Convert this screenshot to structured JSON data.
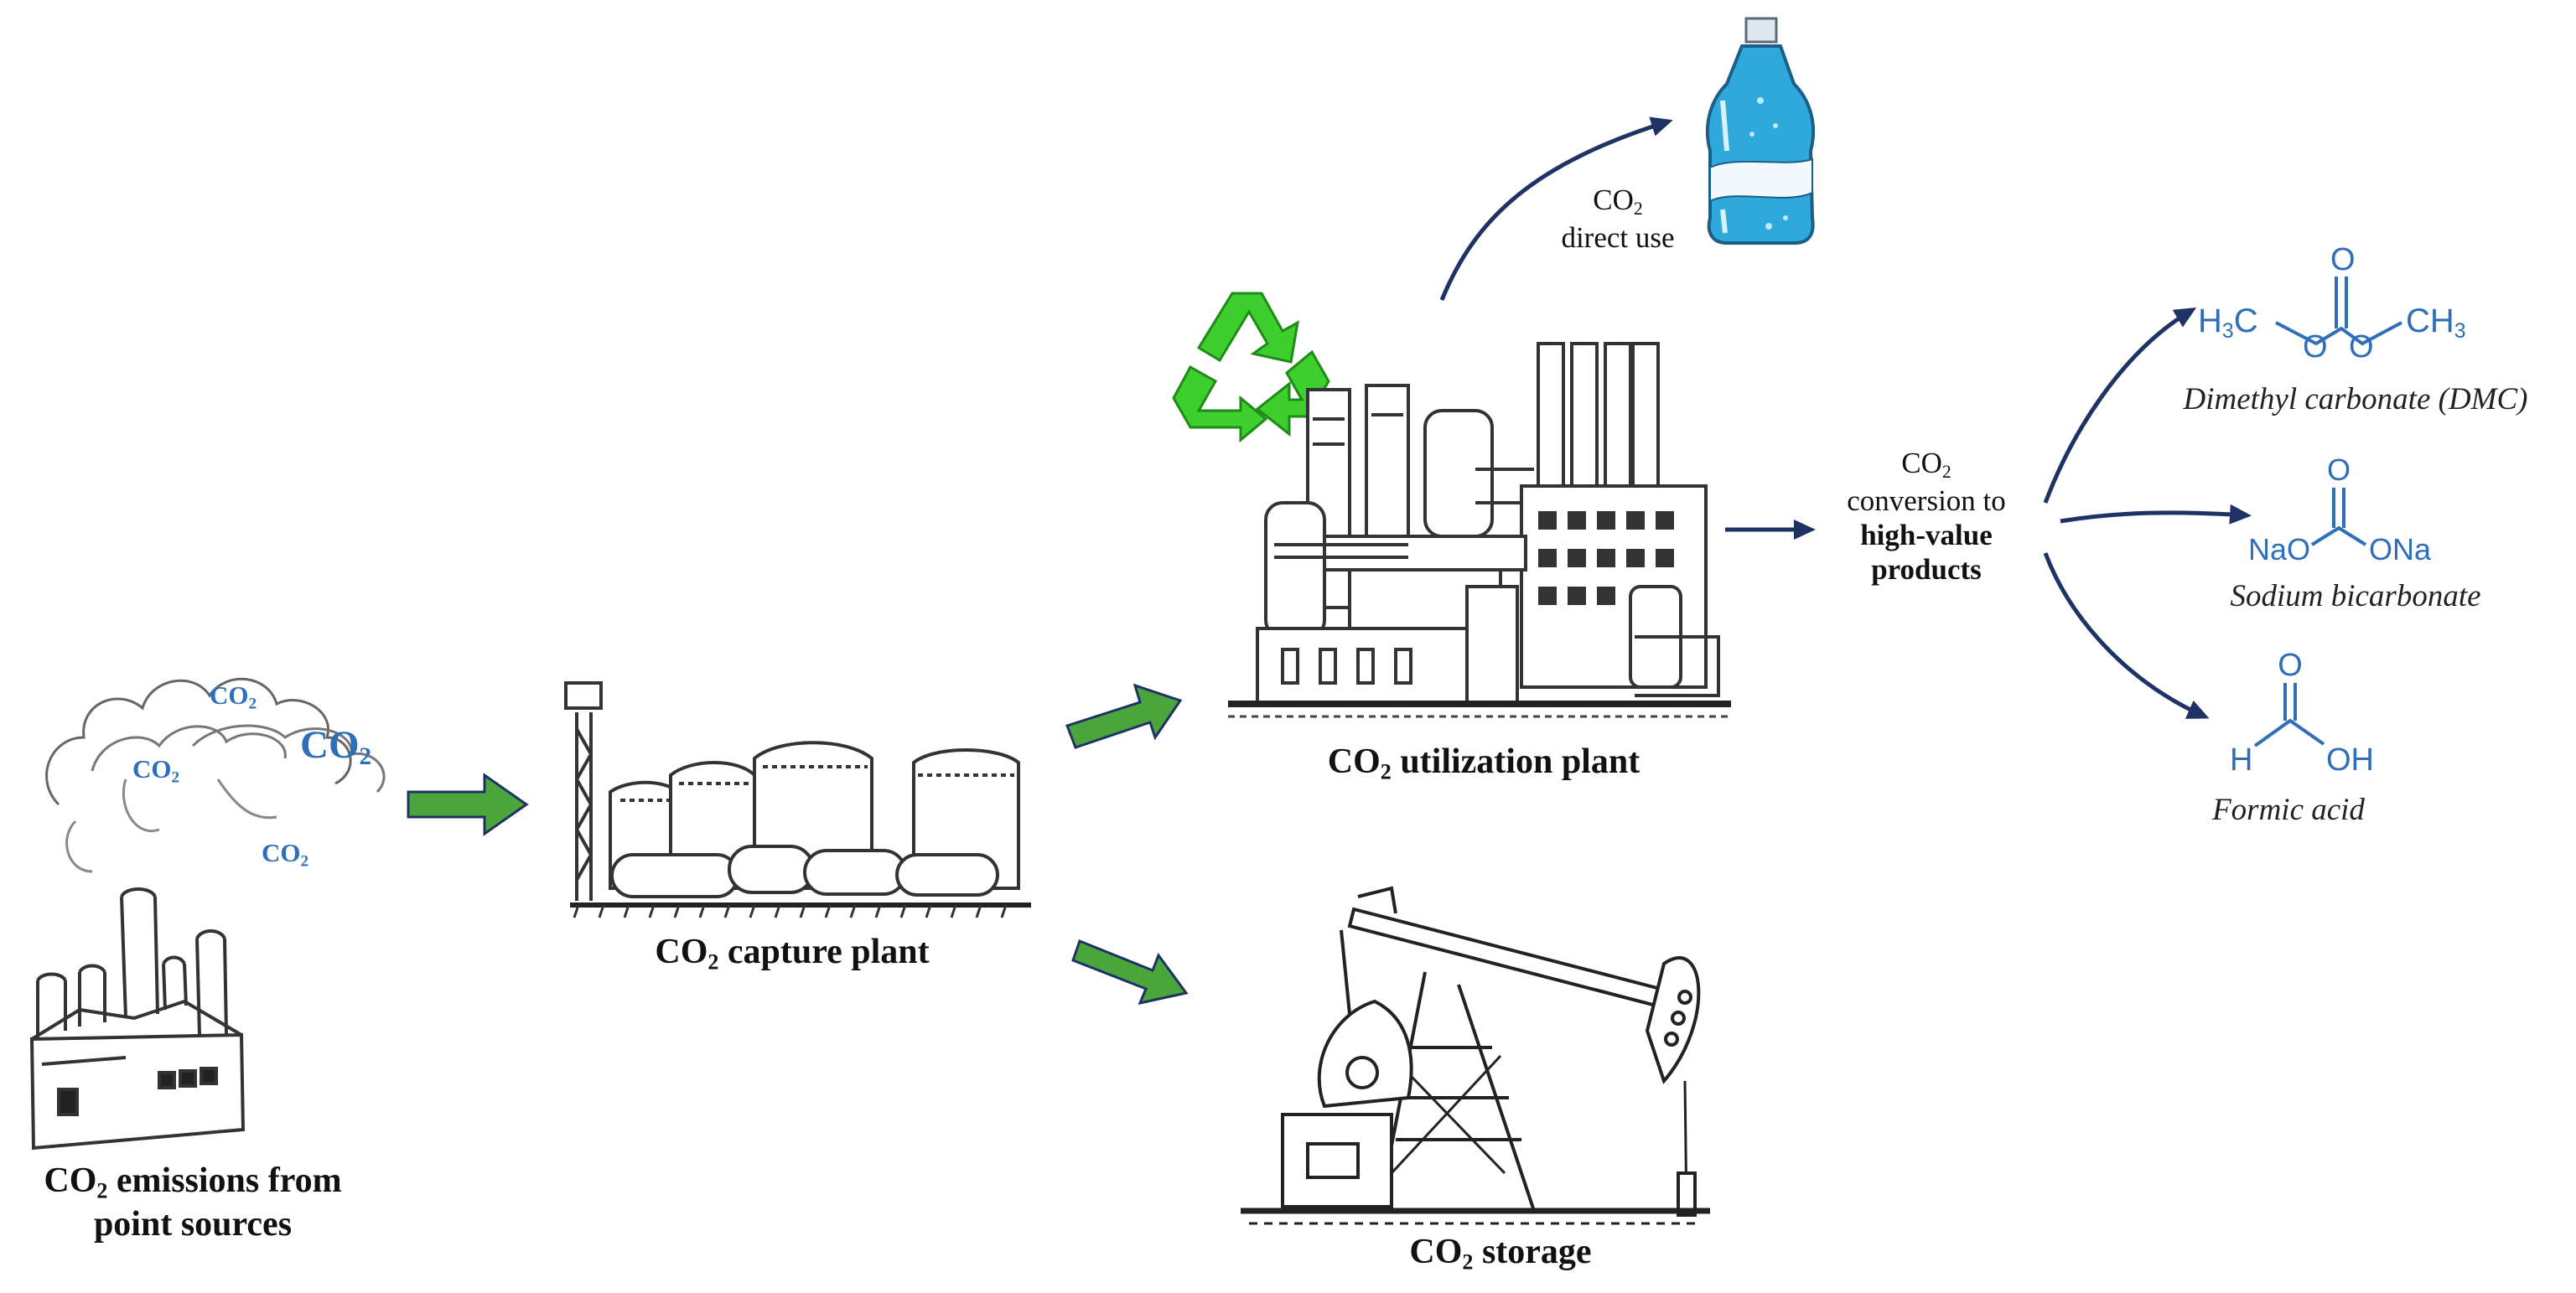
{
  "colors": {
    "green_arrow": "#4aa63a",
    "navy_arrow": "#1f3266",
    "co2_blue": "#2f6eb8",
    "chemical_blue": "#2f6eb8",
    "recycle_green": "#3ccf2e",
    "bottle_blue": "#2fa9dc"
  },
  "icons": [
    "factory-smokestacks-icon",
    "capture-plant-tanks-icon",
    "utilization-plant-icon",
    "recycle-icon",
    "water-bottle-icon",
    "oil-pumpjack-icon"
  ],
  "emissions": {
    "co2_clouds": [
      "CO",
      "CO",
      "CO",
      "CO"
    ],
    "co2_sub": "2",
    "label_line1_pre": "CO",
    "label_line1_sub": "2",
    "label_line1_post": " emissions from",
    "label_line2": "point sources"
  },
  "capture": {
    "pre": "CO",
    "sub": "2",
    "post": " capture plant"
  },
  "utilization": {
    "pre": "CO",
    "sub": "2",
    "post": " utilization plant"
  },
  "storage": {
    "pre": "CO",
    "sub": "2",
    "post": " storage"
  },
  "direct_use": {
    "pre": "CO",
    "sub": "2",
    "line2": "direct use"
  },
  "conversion": {
    "pre": "CO",
    "sub": "2",
    "line2": "conversion to",
    "line3": "high-value",
    "line4": "products"
  },
  "products": [
    {
      "name": "Dimethyl carbonate (DMC)",
      "formula_left_pre": "H",
      "formula_left_sub": "3",
      "formula_left_post": "C",
      "formula_o1": "O",
      "formula_o_top": "O",
      "formula_o2": "O",
      "formula_right_pre": "CH",
      "formula_right_sub": "3"
    },
    {
      "name": "Sodium bicarbonate",
      "formula_left": "NaO",
      "formula_o_top": "O",
      "formula_right": "ONa"
    },
    {
      "name": "Formic acid",
      "formula_o_top": "O",
      "formula_left": "H",
      "formula_right": "OH"
    }
  ]
}
